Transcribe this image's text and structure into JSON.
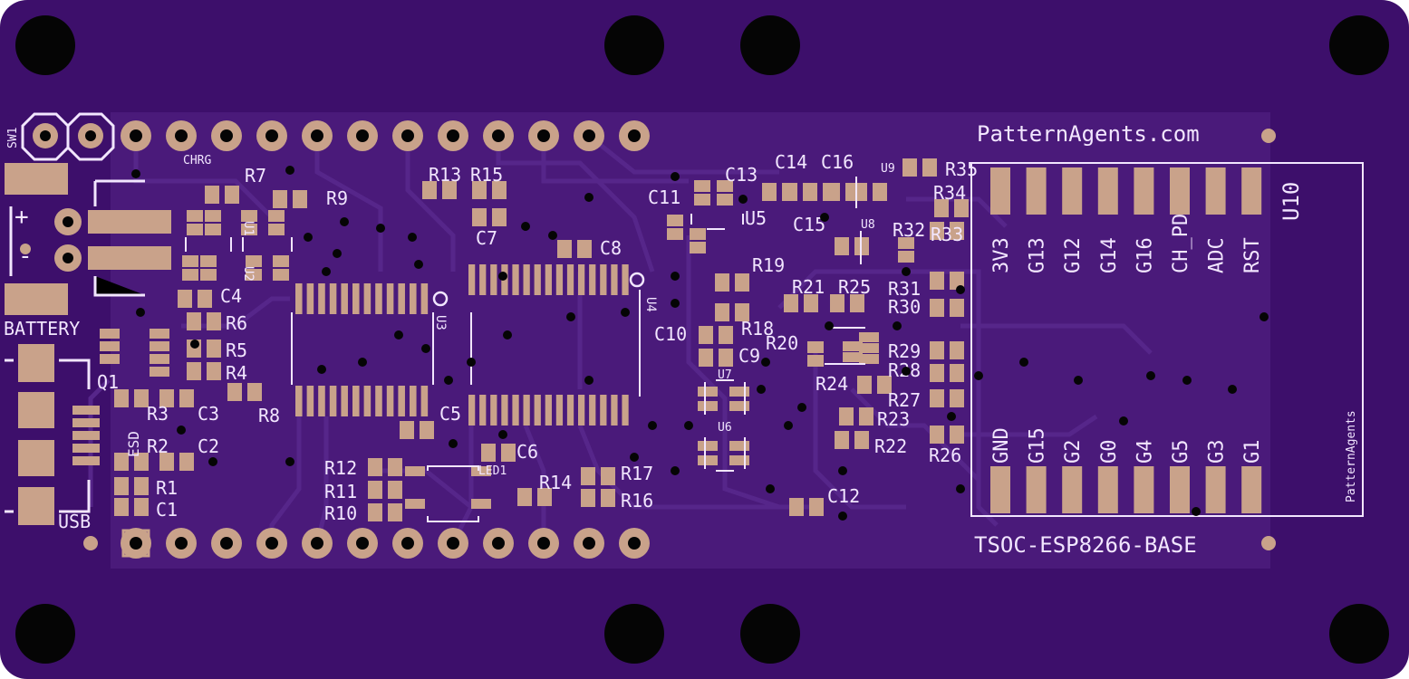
{
  "board": {
    "url_text": "PatternAgents.com",
    "board_name": "TSOC-ESP8266-BASE",
    "vendor_text": "PatternAgents"
  },
  "colors": {
    "board": "#3d0f6b",
    "copper": "#4a1a7a",
    "trace": "#56268a",
    "pad": "#c9a28a",
    "silk": "#f2e6ff",
    "hole": "#050505"
  },
  "module": {
    "ref": "U10",
    "top_pins": [
      "3V3",
      "G13",
      "G12",
      "G14",
      "G16",
      "CH_PD",
      "ADC",
      "RST"
    ],
    "bottom_pins": [
      "GND",
      "G15",
      "G2",
      "G0",
      "G4",
      "G5",
      "G3",
      "G1"
    ]
  },
  "labels": {
    "sw1": "SW1",
    "battery": "BATTERY",
    "usb": "USB",
    "esd": "ESD",
    "chrg": "CHRG",
    "plus": "+",
    "minus": "-",
    "led1": "LED1",
    "q1": "Q1",
    "u1": "U1",
    "u2": "U2",
    "u3": "U3",
    "u4": "U4",
    "u5": "U5",
    "u6": "U6",
    "u7": "U7",
    "u8": "U8",
    "u9": "U9",
    "c1": "C1",
    "c2": "C2",
    "c3": "C3",
    "c4": "C4",
    "c5": "C5",
    "c6": "C6",
    "c7": "C7",
    "c8": "C8",
    "c9": "C9",
    "c10": "C10",
    "c11": "C11",
    "c12": "C12",
    "c13": "C13",
    "c14": "C14",
    "c15": "C15",
    "c16": "C16",
    "r1": "R1",
    "r2": "R2",
    "r3": "R3",
    "r4": "R4",
    "r5": "R5",
    "r6": "R6",
    "r7": "R7",
    "r8": "R8",
    "r9": "R9",
    "r10": "R10",
    "r11": "R11",
    "r12": "R12",
    "r13": "R13",
    "r15": "R15",
    "r14": "R14",
    "r16": "R16",
    "r17": "R17",
    "r18": "R18",
    "r19": "R19",
    "r20": "R20",
    "r21": "R21",
    "r22": "R22",
    "r23": "R23",
    "r24": "R24",
    "r25": "R25",
    "r26": "R26",
    "r27": "R27",
    "r28": "R28",
    "r29": "R29",
    "r30": "R30",
    "r31": "R31",
    "r32": "R32",
    "r33": "R33",
    "r34": "R34",
    "r35": "R35"
  }
}
